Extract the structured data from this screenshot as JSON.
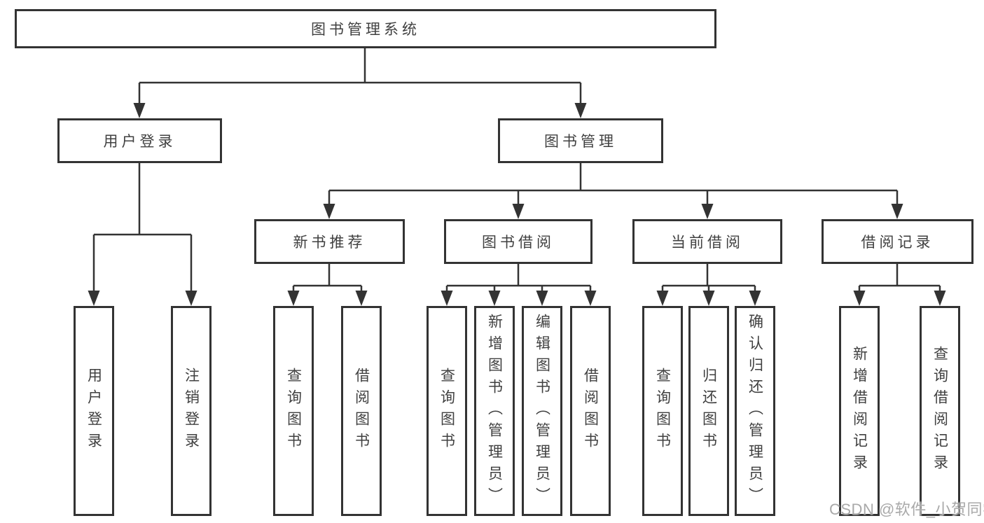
{
  "colors": {
    "line": "#333333",
    "box_border": "#333333",
    "node_text": "#404040",
    "watermark_text": "#a9a9a9",
    "background": "#ffffff"
  },
  "root": {
    "label": "图书管理系统"
  },
  "branches": [
    {
      "label": "用户登录",
      "children": [
        {
          "label": "用户登录"
        },
        {
          "label": "注销登录"
        }
      ]
    },
    {
      "label": "图书管理",
      "groups": [
        {
          "label": "新书推荐",
          "children": [
            {
              "label": "查询图书"
            },
            {
              "label": "借阅图书"
            }
          ]
        },
        {
          "label": "图书借阅",
          "children": [
            {
              "label": "查询图书"
            },
            {
              "label": "新增图书（管理员）"
            },
            {
              "label": "编辑图书（管理员）"
            },
            {
              "label": "借阅图书"
            }
          ]
        },
        {
          "label": "当前借阅",
          "children": [
            {
              "label": "查询图书"
            },
            {
              "label": "归还图书"
            },
            {
              "label": "确认归还（管理员）"
            }
          ]
        },
        {
          "label": "借阅记录",
          "children": [
            {
              "label": "新增借阅记录"
            },
            {
              "label": "查询借阅记录"
            }
          ]
        }
      ]
    }
  ],
  "watermark": "CSDN @软件_小贺同学"
}
